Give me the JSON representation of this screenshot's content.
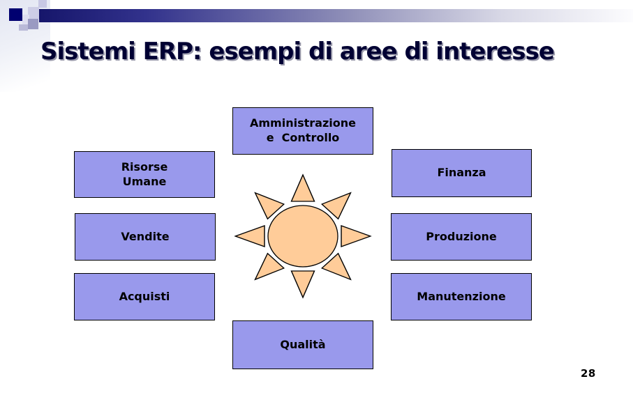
{
  "slide": {
    "title": "Sistemi ERP: esempi di aree di interesse",
    "page_number": "28"
  },
  "diagram": {
    "center": {
      "icon": "sun-icon"
    },
    "boxes": {
      "amministrazione": "Amministrazione\ne  Controllo",
      "risorse_umane": "Risorse\nUmane",
      "finanza": "Finanza",
      "vendite": "Vendite",
      "produzione": "Produzione",
      "acquisti": "Acquisti",
      "manutenzione": "Manutenzione",
      "qualita": "Qualità"
    }
  },
  "colors": {
    "box-fill": "#9999EC",
    "box-border": "#000000",
    "box-text": "#000000",
    "sun-fill": "#FFCC99",
    "sun-stroke": "#000000",
    "title-color": "#000033",
    "title-shadow": "#9999AA",
    "bar-dark": "#16166B",
    "bar-light": "#FCFCFE"
  }
}
